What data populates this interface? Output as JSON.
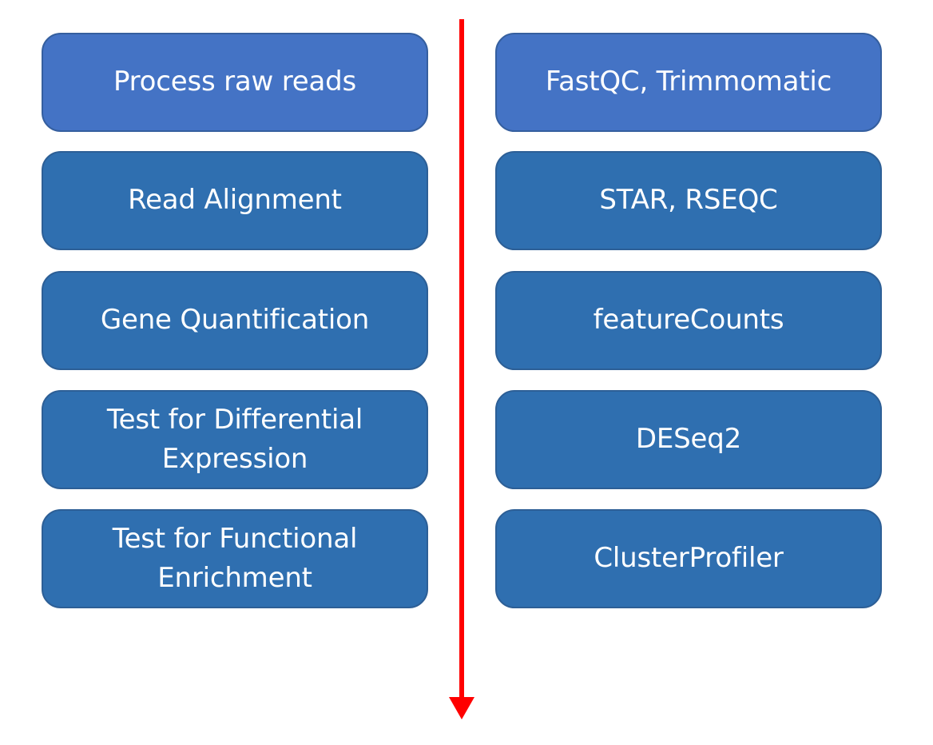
{
  "diagram": {
    "steps": [
      {
        "step": "Process raw reads",
        "tool": "FastQC, Trimmomatic"
      },
      {
        "step": "Read Alignment",
        "tool": "STAR, RSEQC"
      },
      {
        "step": "Gene Quantification",
        "tool": "featureCounts"
      },
      {
        "step": "Test for Differential Expression",
        "tool": "DESeq2"
      },
      {
        "step": "Test for Functional Enrichment",
        "tool": "ClusterProfiler"
      }
    ],
    "colors": {
      "first_box": "#4473c5",
      "box": "#2f6fb0",
      "border": "#2d5f96",
      "text": "#ffffff",
      "arrow": "#ff0000"
    }
  }
}
